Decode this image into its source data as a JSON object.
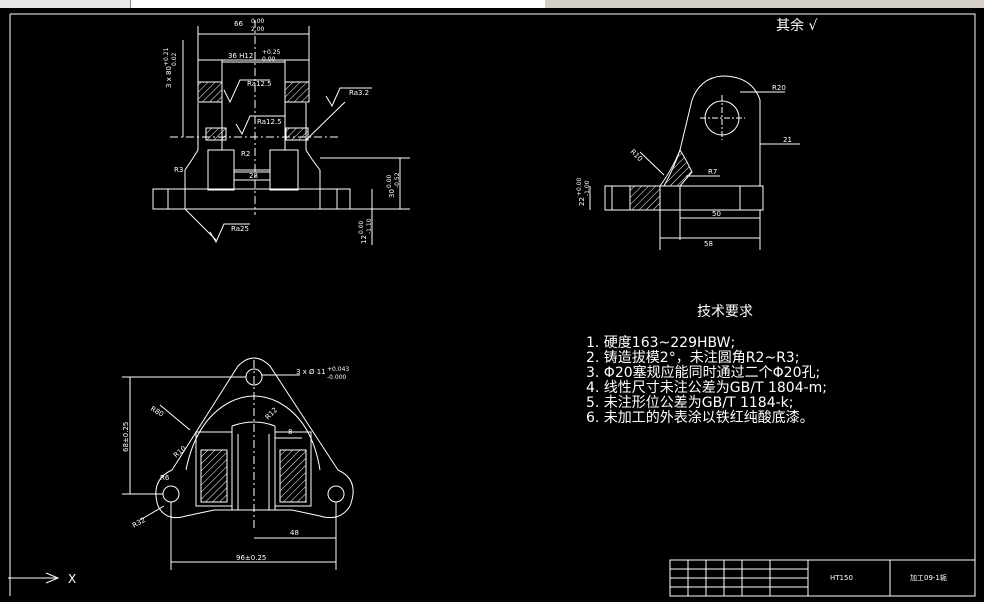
{
  "corner_note": "其余 √",
  "tech_requirements": {
    "title": "技术要求",
    "items": [
      "1. 硬度163~229HBW;",
      "2. 铸造拔模2°，未注圆角R2~R3;",
      "3. Φ20塞规应能同时通过二个Φ20孔;",
      "4. 线性尺寸未注公差为GB/T 1804-m;",
      "5. 未注形位公差为GB/T 1184-k;",
      "6. 未加工的外表涂以铁红纯酸底漆。"
    ]
  },
  "title_block": {
    "material": "HT150",
    "drawing_name": "加工09-1轭"
  },
  "view_front": {
    "dim_66": "66",
    "dim_66_tol_up": "0.00",
    "dim_66_tol_lo": "2.00",
    "dim_36": "36 H12",
    "dim_36_tol_up": "+0.25",
    "dim_36_tol_lo": "0.00",
    "dim_3x": "3 x 80",
    "dim_3x_tol_up": "+0.21",
    "dim_3x_tol_lo": "0.02",
    "ra_125_a": "Ra12.5",
    "ra_125_b": "Ra12.5",
    "ra_32": "Ra3.2",
    "ra_25": "Ra25",
    "dim_28": "28",
    "dim_30": "30",
    "dim_30_tol_up": "0.00",
    "dim_30_tol_lo": "-0.52",
    "dim_12": "12",
    "dim_12_tol_up": "0.00",
    "dim_12_tol_lo": "-1.10",
    "label_r3": "R3",
    "label_r2": "R2"
  },
  "view_side": {
    "label_r20": "R20",
    "label_r10": "R10",
    "label_r7": "R7",
    "dim_21": "21",
    "dim_22": "22",
    "dim_22_tol_up": "+0.00",
    "dim_22_tol_lo": "-1.00",
    "dim_50": "50",
    "dim_58": "58"
  },
  "view_top": {
    "label_holes": "3 x Ø 11",
    "label_holes_tol_up": "+0.043",
    "label_holes_tol_lo": "-0.000",
    "label_r80": "R80",
    "label_r12": "R12",
    "label_r6": "R6",
    "label_r10": "R10",
    "label_r32": "R32",
    "dim_68": "68±0.25",
    "dim_8": "8",
    "dim_48": "48",
    "dim_96": "96±0.25"
  },
  "ucs_label": "X"
}
